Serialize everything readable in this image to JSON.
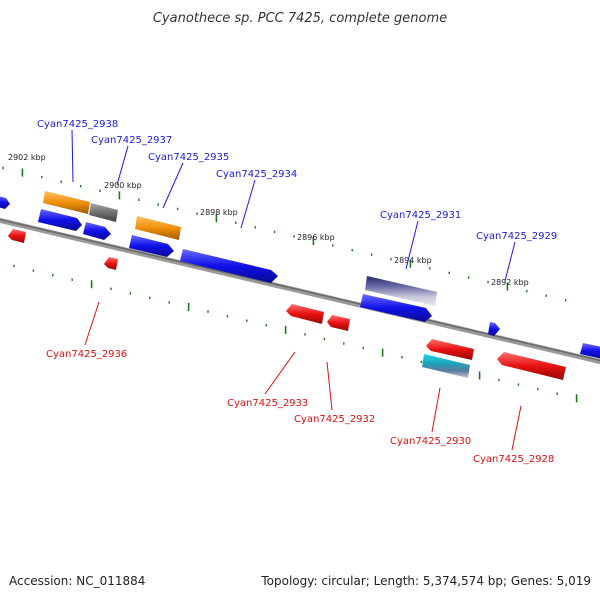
{
  "title": "Cyanothece sp. PCC 7425, complete genome",
  "footer": {
    "accession": "Accession: NC_011884",
    "summary": "Topology: circular; Length: 5,374,574 bp; Genes: 5,019"
  },
  "colors": {
    "plus_gene": "#1010e8",
    "minus_gene": "#e81010",
    "orange_gene": "#f0900a",
    "grey_gene": "#707070",
    "violet_gene": "#3a3a8a",
    "cyan_gene": "#18b8c8",
    "tick": "#1a7a1a",
    "backbone": "#808080"
  },
  "ruler": {
    "kbp_labels": [
      "2902 kbp",
      "2900 kbp",
      "2898 kbp",
      "2896 kbp",
      "2894 kbp",
      "2892 kbp"
    ]
  },
  "genes": {
    "top": [
      "Cyan7425_2938",
      "Cyan7425_2937",
      "Cyan7425_2935",
      "Cyan7425_2934",
      "Cyan7425_2931",
      "Cyan7425_2929"
    ],
    "bottom": [
      "Cyan7425_2936",
      "Cyan7425_2933",
      "Cyan7425_2932",
      "Cyan7425_2930",
      "Cyan7425_2928"
    ]
  }
}
